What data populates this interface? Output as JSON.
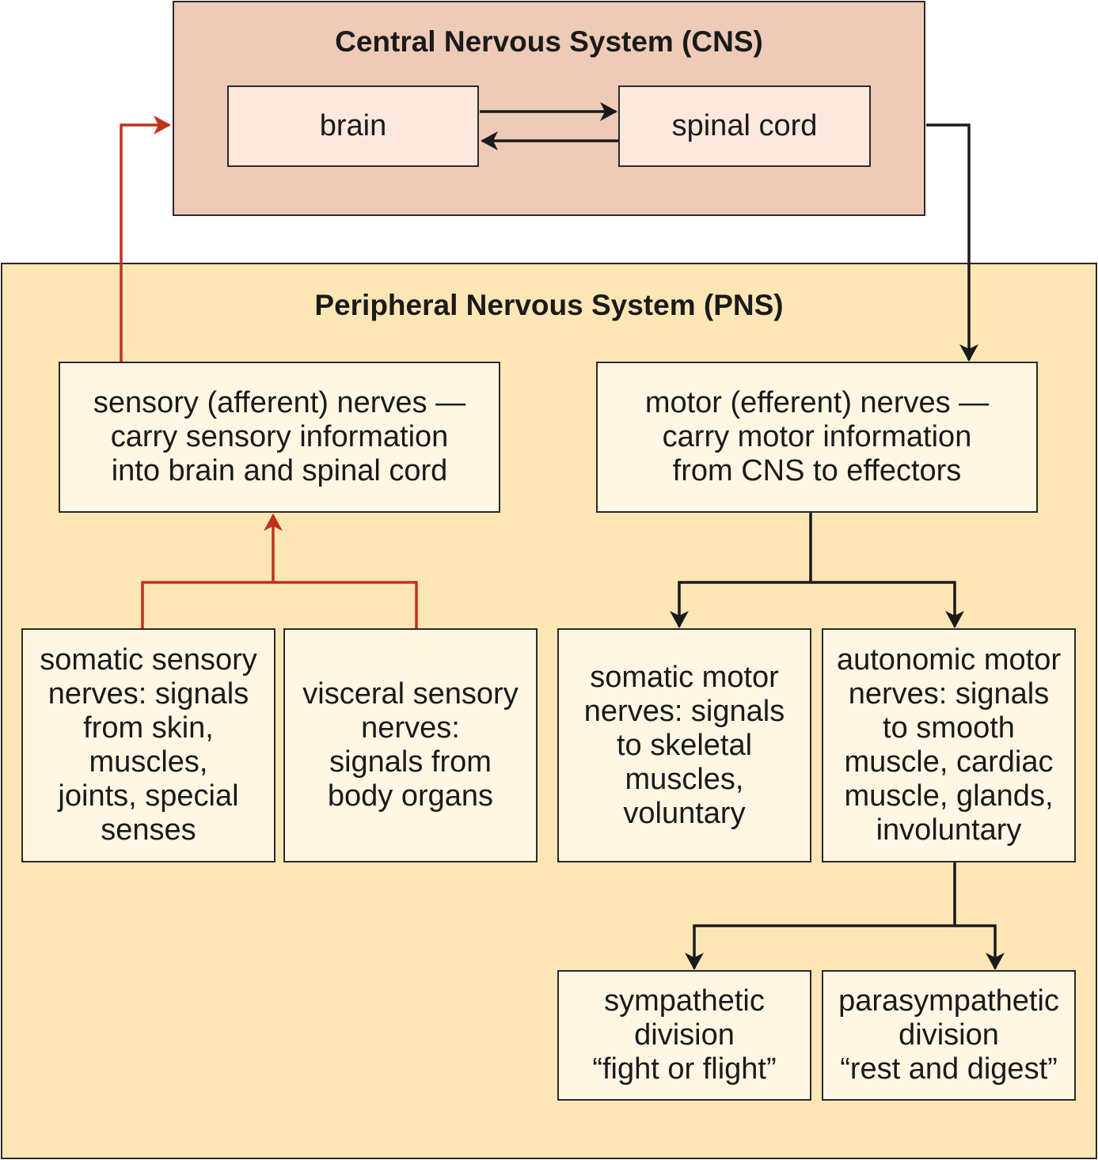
{
  "cns": {
    "title": "Central Nervous System (CNS)",
    "brain": "brain",
    "spinal_cord": "spinal cord"
  },
  "pns": {
    "title": "Peripheral Nervous System (PNS)",
    "sensory": "sensory (afferent) nerves —\ncarry sensory information\ninto brain and spinal cord",
    "motor": "motor (efferent) nerves —\ncarry motor information\nfrom CNS to effectors",
    "somatic_sensory": "somatic sensory\nnerves: signals\nfrom skin,\nmuscles,\njoints, special\nsenses",
    "visceral_sensory": "visceral sensory\nnerves:\nsignals from\nbody organs",
    "somatic_motor": "somatic motor\nnerves: signals\nto skeletal\nmuscles,\nvoluntary",
    "autonomic_motor": "autonomic motor\nnerves: signals\nto smooth\nmuscle, cardiac\nmuscle, glands,\ninvoluntary",
    "sympathetic": "sympathetic\ndivision\n“fight or flight”",
    "parasympathetic": "parasympathetic\ndivision\n“rest and digest”"
  },
  "colors": {
    "cns_panel": "#eecbb8",
    "cns_box": "#fde8dd",
    "pns_panel": "#fde6b6",
    "pns_box": "#fff6e3",
    "sensory_arrow": "#c0321c",
    "motor_arrow": "#1a1a1a"
  }
}
